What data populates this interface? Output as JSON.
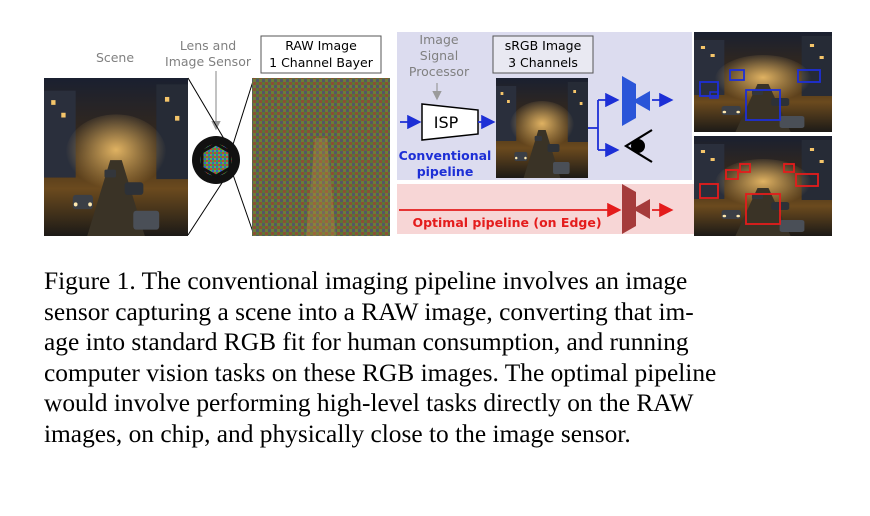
{
  "figure": {
    "labels": {
      "scene": "Scene",
      "lens_line1": "Lens and",
      "lens_line2": "Image Sensor",
      "raw_line1": "RAW Image",
      "raw_line2": "1 Channel Bayer",
      "isp_line1": "Image",
      "isp_line2": "Signal",
      "isp_line3": "Processor",
      "srgb_line1": "sRGB Image",
      "srgb_line2": "3 Channels",
      "isp_box": "ISP",
      "conv_line1": "Conventional",
      "conv_line2": "pipeline",
      "optimal": "Optimal pipeline (on Edge)"
    },
    "colors": {
      "conventional_bg": "#dcdcef",
      "optimal_bg": "#f7d6d6",
      "blue": "#1d2fd6",
      "red": "#e41c1c",
      "encoder_blue": "#2a55d8",
      "encoder_red": "#a53b3b",
      "gray_text": "#808080"
    }
  },
  "caption": {
    "lines": [
      "Figure 1.  The conventional imaging pipeline involves an image",
      "sensor capturing a scene into a RAW image, converting that im-",
      "age into standard RGB fit for human consumption, and running",
      "computer vision tasks on these RGB images. The optimal pipeline",
      "would involve performing high-level tasks directly on the RAW",
      "images, on chip, and physically close to the image sensor."
    ]
  }
}
